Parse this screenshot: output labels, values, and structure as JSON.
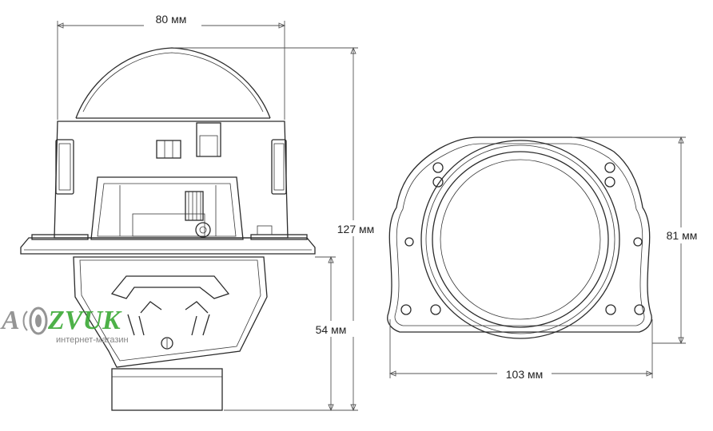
{
  "dimensions": {
    "width_top": "80 мм",
    "height_total": "127 мм",
    "height_lower": "54 мм",
    "height_front": "81 мм",
    "width_front": "103 мм"
  },
  "watermark": {
    "brand_left": "A",
    "brand_right": "ZVUK",
    "subtitle": "интернет-магазин"
  },
  "colors": {
    "line": "#2b2b2b",
    "logo_gray": "#8a8a8a",
    "logo_green": "#3aa935"
  }
}
